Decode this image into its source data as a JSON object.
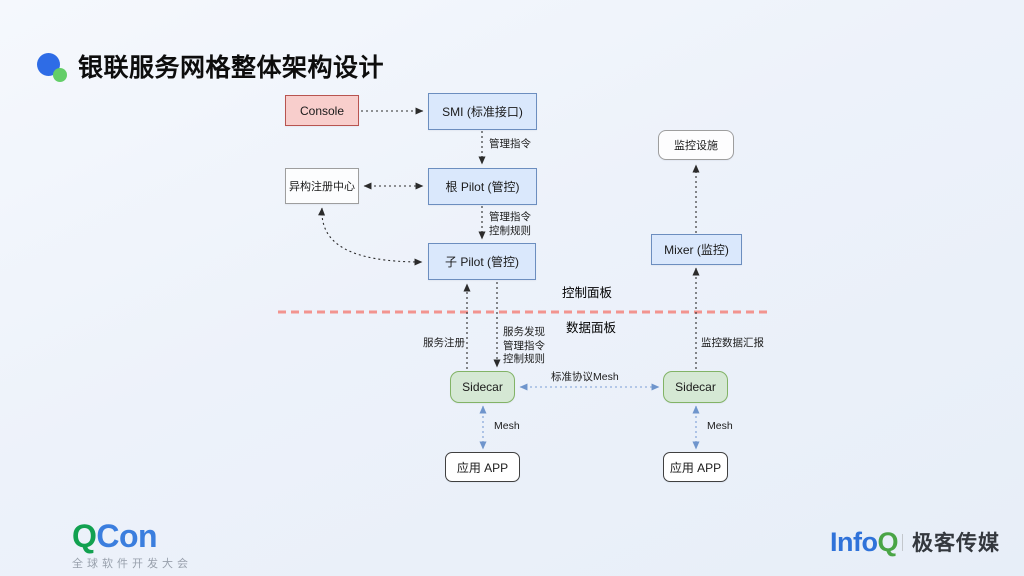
{
  "slide": {
    "title": "银联服务网格整体架构设计"
  },
  "nodes": {
    "console": {
      "label": "Console"
    },
    "smi": {
      "label": "SMI (标准接口)"
    },
    "monitor_facility": {
      "label": "监控设施"
    },
    "hetero_registry": {
      "label": "异构注册中心"
    },
    "root_pilot": {
      "label": "根 Pilot (管控)"
    },
    "mixer": {
      "label": "Mixer (监控)"
    },
    "sub_pilot": {
      "label": "子 Pilot (管控)"
    },
    "sidecar_left": {
      "label": "Sidecar"
    },
    "sidecar_right": {
      "label": "Sidecar"
    },
    "app_left": {
      "label": "应用 APP"
    },
    "app_right": {
      "label": "应用 APP"
    }
  },
  "edge_labels": {
    "mgmt_cmd": "管理指令",
    "mgmt_cmd_2": "管理指令",
    "ctrl_rules": "控制规则",
    "control_plane": "控制面板",
    "data_plane": "数据面板",
    "service_register": "服务注册",
    "service_discovery": "服务发现",
    "mgmt_cmd_3": "管理指令",
    "ctrl_rules_2": "控制规则",
    "standard_mesh": "标准协议Mesh",
    "monitor_report": "监控数据汇报",
    "mesh_left": "Mesh",
    "mesh_right": "Mesh"
  },
  "colors": {
    "node_blue_fill": "#dae8fc",
    "node_blue_border": "#6c8ebf",
    "node_pink_fill": "#f8cecc",
    "node_pink_border": "#b85450",
    "node_green_fill": "#d5e8d4",
    "node_green_border": "#82b366",
    "node_gray_border": "#9e9e9e",
    "divider_red": "#f2948f",
    "arrow_dark": "#2b2b2b",
    "arrow_blue": "#6f95cc",
    "title_logo_blue": "#2e6ce6",
    "title_logo_green": "#63ce68"
  },
  "footer": {
    "qcon_q": "Q",
    "qcon_con": "Con",
    "qcon_subtitle": "全球软件开发大会",
    "infoq_info": "Info",
    "infoq_q": "Q",
    "infoq_brand": "极客传媒"
  }
}
